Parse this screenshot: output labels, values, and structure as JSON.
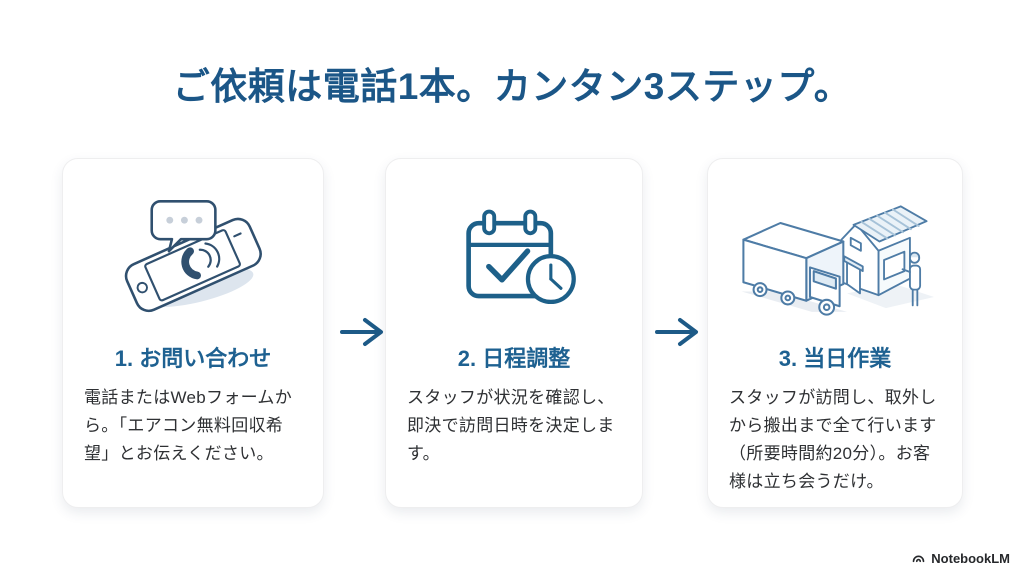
{
  "page": {
    "title": "ご依頼は電話1本。カンタン3ステップ。",
    "background": "#ffffff"
  },
  "steps": [
    {
      "icon": "phone-chat-icon",
      "title": "1. お問い合わせ",
      "body": "電話またはWebフォームか\nら。「エアコン無料回収希\n望」とお伝えください。"
    },
    {
      "icon": "calendar-clock-icon",
      "title": "2. 日程調整",
      "body": "スタッフが状況を確認し、\n即決で訪問日時を決定しま\nす。"
    },
    {
      "icon": "truck-house-icon",
      "title": "3. 当日作業",
      "body": "スタッフが訪問し、取外し\nから搬出まで全て行います\n（所要時間約20分）。お客\n様は立ち会うだけ。"
    }
  ],
  "arrows": {
    "count": 2,
    "glyph": "→"
  },
  "footer": {
    "brand": "NotebookLM"
  },
  "colors": {
    "main_title": "#1b5687",
    "step_title": "#1e6191",
    "body_text": "#2e3033",
    "arrow": "#1d5a87",
    "phone_line_art": "#30506f",
    "calendar_line_art": "#1d6089",
    "truck_house_line_art": "#4e7ca6",
    "icon_shadow": "#dde5ee",
    "card_border": "#eeeeef"
  }
}
